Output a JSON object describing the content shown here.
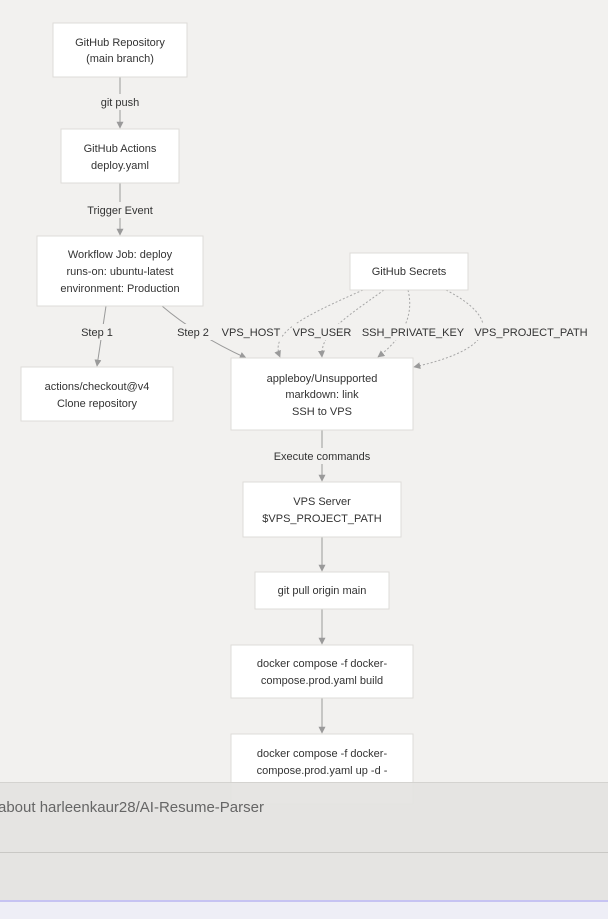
{
  "diagram": {
    "nodes": {
      "repo": [
        "GitHub Repository",
        "(main branch)"
      ],
      "actions": [
        "GitHub Actions",
        "deploy.yaml"
      ],
      "job": [
        "Workflow Job: deploy",
        "runs-on: ubuntu-latest",
        "environment: Production"
      ],
      "secrets": [
        "GitHub Secrets"
      ],
      "checkout": [
        "actions/checkout@v4",
        "Clone repository"
      ],
      "ssh": [
        "appleboy/Unsupported",
        "markdown: link",
        "SSH to VPS"
      ],
      "vps": [
        "VPS Server",
        "$VPS_PROJECT_PATH"
      ],
      "pull": [
        "git pull origin main"
      ],
      "build": [
        "docker compose -f docker-",
        "compose.prod.yaml build"
      ],
      "up": [
        "docker compose -f docker-",
        "compose.prod.yaml up -d -"
      ]
    },
    "edge_labels": {
      "push": "git push",
      "trigger": "Trigger Event",
      "step1": "Step 1",
      "step2": "Step 2",
      "host": "VPS_HOST",
      "user": "VPS_USER",
      "key": "SSH_PRIVATE_KEY",
      "path": "VPS_PROJECT_PATH",
      "exec": "Execute commands"
    }
  },
  "overlay": {
    "ask_text": "about harleenkaur28/AI-Resume-Parser"
  },
  "colors": {
    "background": "#f2f1ef",
    "node_fill": "#ffffff",
    "node_border": "#dedcd8",
    "edge": "#9a9a9a",
    "bottom_accent": "#c6c3f2"
  }
}
